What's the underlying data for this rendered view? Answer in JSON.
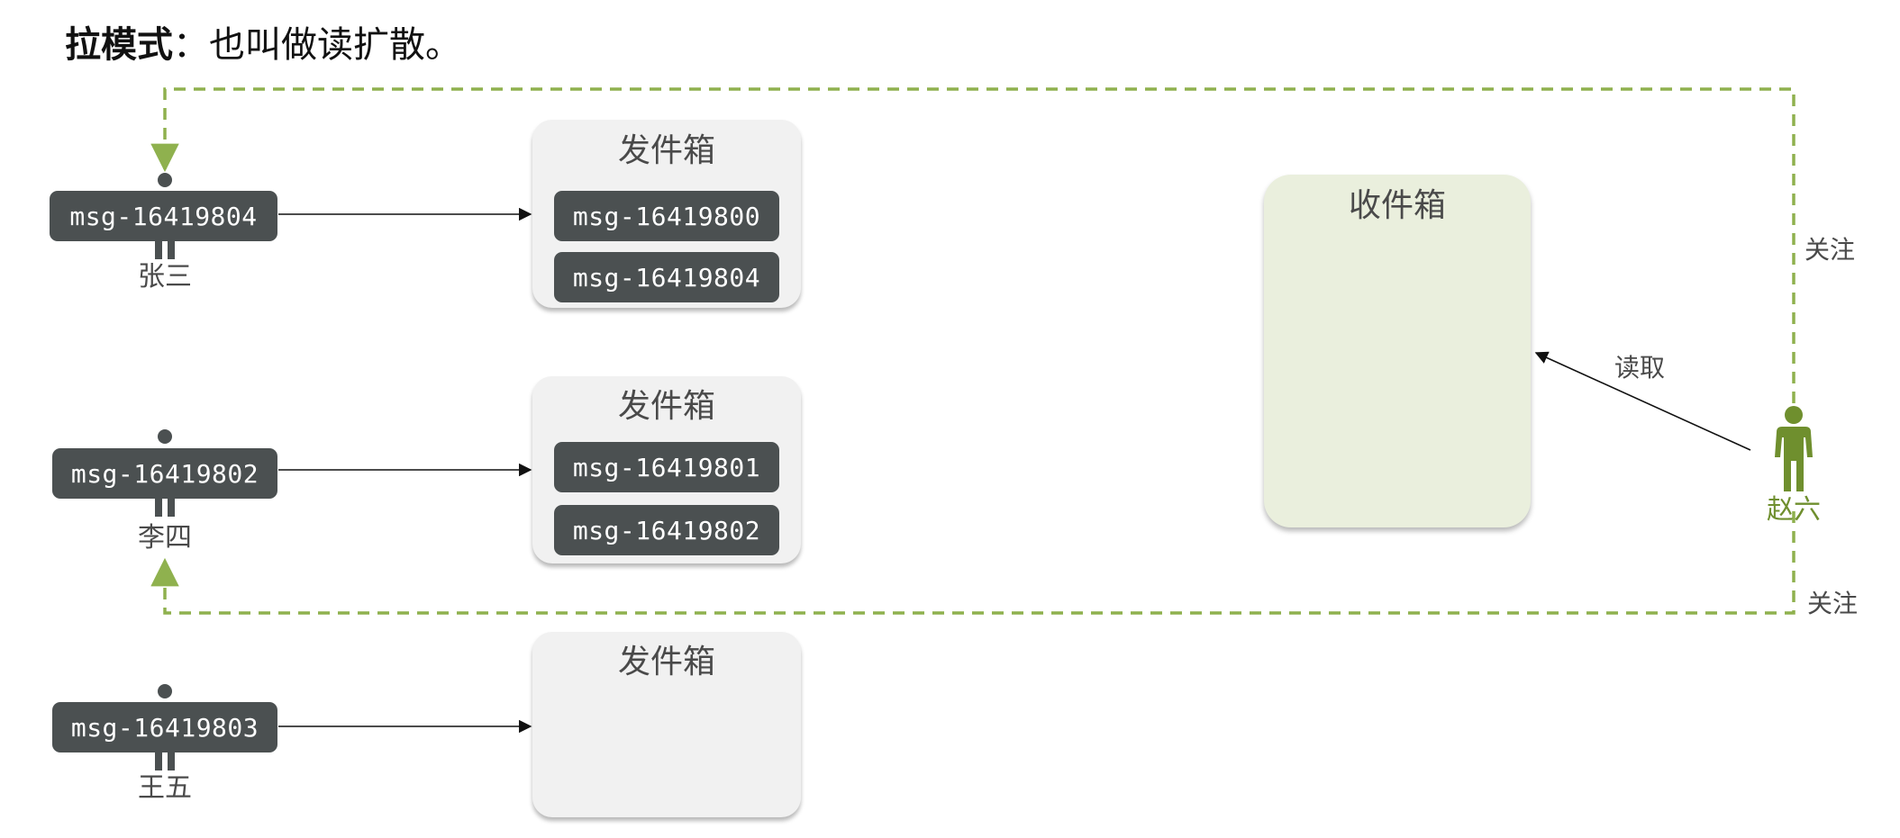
{
  "title": {
    "bold": "拉模式",
    "rest": "：也叫做读扩散。"
  },
  "colors": {
    "pill_bg": "#4b5051",
    "outbox_bg": "#f1f1f1",
    "inbox_bg": "#eaefdd",
    "follow_line": "#8fb14e",
    "reader_person": "#6f8f2e"
  },
  "senders": [
    {
      "name": "张三",
      "latest_msg": "msg-16419804"
    },
    {
      "name": "李四",
      "latest_msg": "msg-16419802"
    },
    {
      "name": "王五",
      "latest_msg": "msg-16419803"
    }
  ],
  "outboxes": [
    {
      "title": "发件箱",
      "messages": [
        "msg-16419800",
        "msg-16419804"
      ]
    },
    {
      "title": "发件箱",
      "messages": [
        "msg-16419801",
        "msg-16419802"
      ]
    },
    {
      "title": "发件箱",
      "messages": []
    }
  ],
  "inbox": {
    "title": "收件箱"
  },
  "reader": {
    "name": "赵六",
    "icon": "person-icon"
  },
  "edges": {
    "read_label": "读取",
    "follow_label_top": "关注",
    "follow_label_bottom": "关注"
  }
}
